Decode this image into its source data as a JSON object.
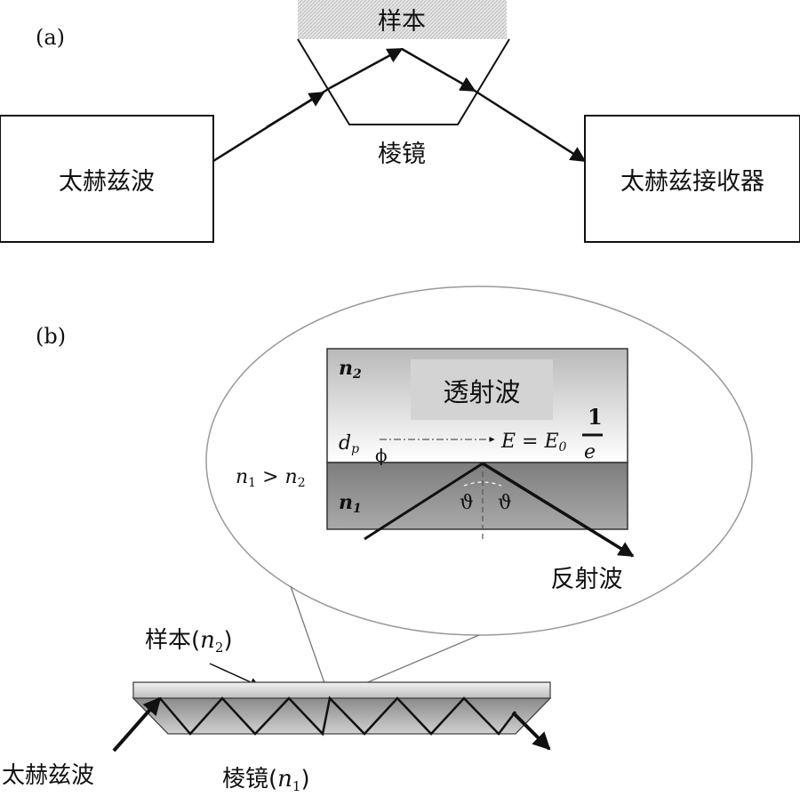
{
  "panel_a": {
    "label": "(a)",
    "source_box": "太赫兹波",
    "receiver_box": "太赫兹接收器",
    "sample": "样本",
    "prism": "棱镜"
  },
  "panel_b": {
    "label": "(b)",
    "n2": "n",
    "n2_sub": "2",
    "n1": "n",
    "n1_sub": "1",
    "transmitted": "透射波",
    "dp": "d",
    "dp_sub": "p",
    "eq_lhs": "E = E",
    "eq_sub": "0",
    "eq_num": "1",
    "eq_den": "e",
    "theta": "ϑ",
    "condition_a": "n",
    "condition_a_sub": "1",
    "condition_gt": " > ",
    "condition_b": "n",
    "condition_b_sub": "2",
    "reflected": "反射波",
    "sample_label": "样本(",
    "sample_n": "n",
    "sample_n_sub": "2",
    "sample_close": ")",
    "wave_in": "太赫兹波",
    "prism_label": "棱镜(",
    "prism_n": "n",
    "prism_n_sub": "1",
    "prism_close": ")"
  }
}
